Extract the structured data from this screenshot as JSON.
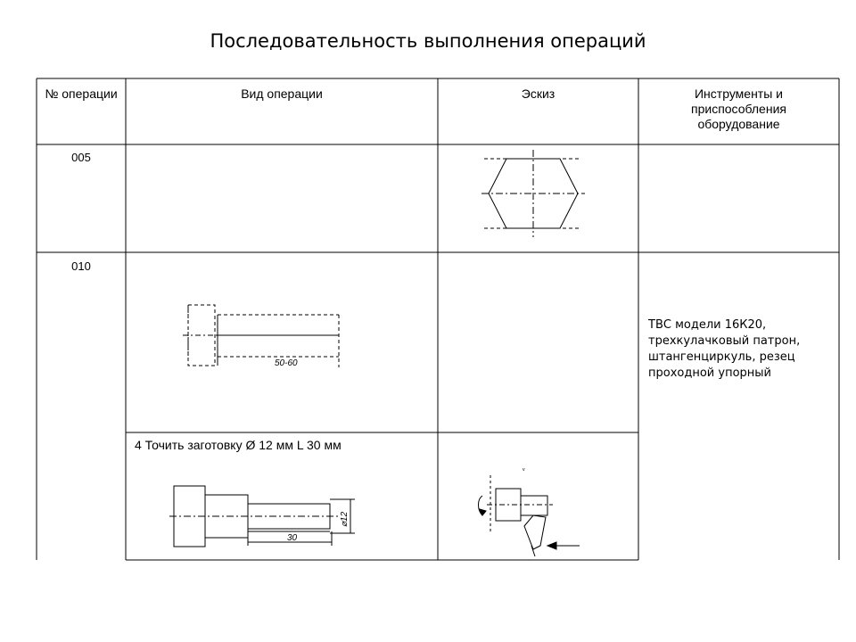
{
  "title": "Последовательность выполнения операций",
  "headers": {
    "num": "№ операции",
    "type": "Вид операции",
    "sketch": "Эскиз",
    "tools": "Инструменты и приспособления оборудование"
  },
  "rows": [
    {
      "num": "005"
    },
    {
      "num": "010",
      "tools": "ТВС модели 16К20, трехкулачковый патрон, штангенциркуль, резец проходной упорный",
      "step": "4 Точить заготовку Ø 12 мм L 30 мм"
    }
  ],
  "sketch_labels": {
    "length_range": "50-60",
    "diameter": "⌀12",
    "length": "30",
    "mark": "ᵛ"
  }
}
